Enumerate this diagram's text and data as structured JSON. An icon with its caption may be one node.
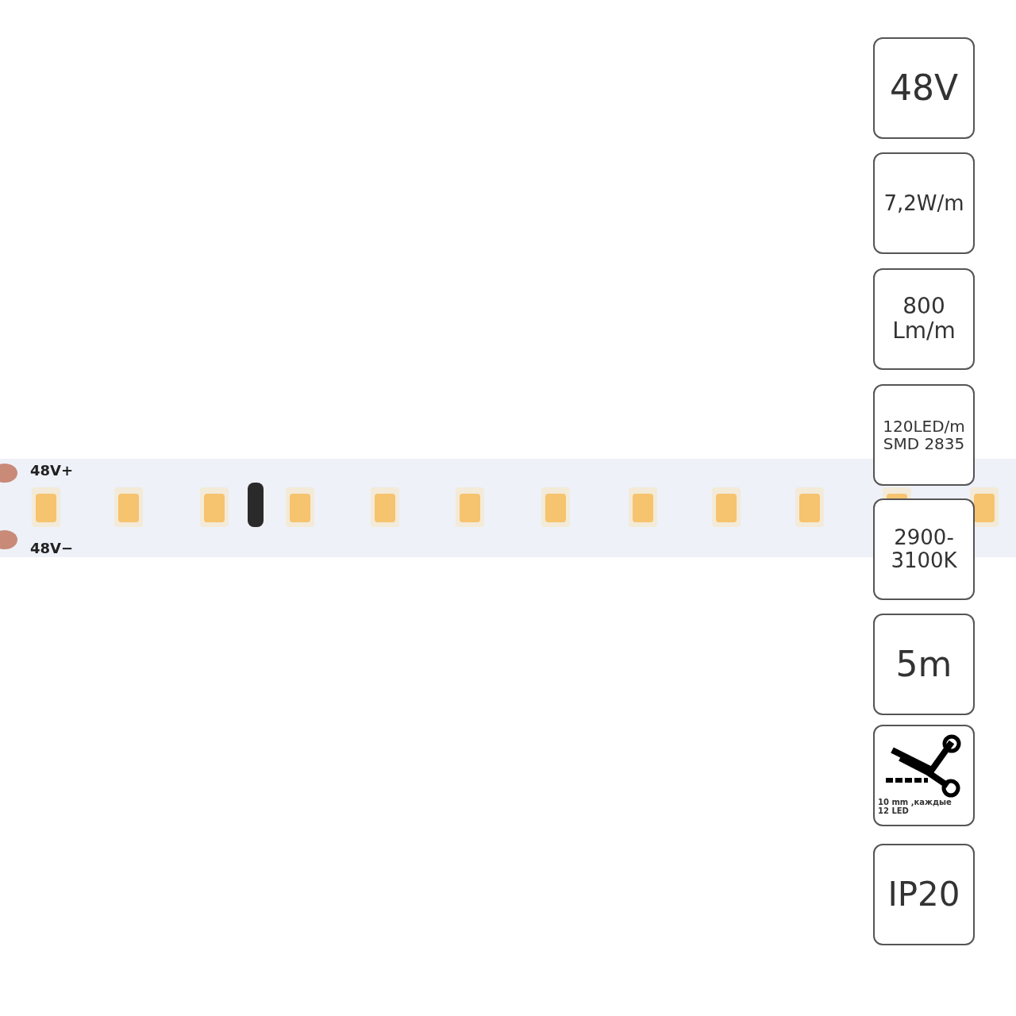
{
  "diagram": {
    "nodes": [
      {
        "text": [
          "48V"
        ]
      },
      {
        "text": [
          "7,2W/m"
        ]
      },
      {
        "text": [
          "800 Lm/m"
        ]
      },
      {
        "text": [
          "120LED/m SMD 2835"
        ]
      },
      {
        "text": [
          "2900-3100K"
        ]
      },
      {
        "text": [
          "5m"
        ]
      },
      {
        "text": [
          "10 mm ,каждые 12 LED"
        ]
      },
      {
        "text": [
          "IP20"
        ]
      }
    ],
    "edges": [],
    "labels": [
      "48V+",
      "48V−"
    ]
  }
}
